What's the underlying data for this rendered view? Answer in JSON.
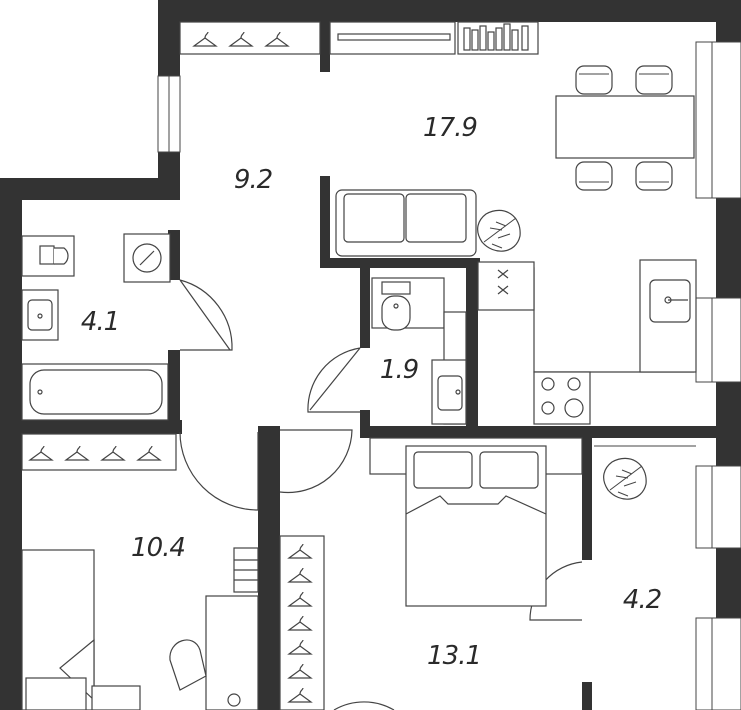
{
  "colors": {
    "wall": "#333333",
    "floor": "#ffffff",
    "line": "#444444",
    "window": "#ffffff"
  },
  "rooms": [
    {
      "id": "hall",
      "area": "9.2",
      "type": "hallway"
    },
    {
      "id": "kitchen-living",
      "area": "17.9",
      "type": "kitchen-living room"
    },
    {
      "id": "bathroom",
      "area": "4.1",
      "type": "bathroom"
    },
    {
      "id": "toilet",
      "area": "1.9",
      "type": "toilet"
    },
    {
      "id": "bedroom-left",
      "area": "10.4",
      "type": "bedroom"
    },
    {
      "id": "bedroom-main",
      "area": "13.1",
      "type": "bedroom"
    },
    {
      "id": "balcony",
      "area": "4.2",
      "type": "balcony"
    }
  ],
  "icons": {
    "hangers": "hanger-icon",
    "plant": "monstera-plant-icon",
    "sink": "sink-icon",
    "toilet": "toilet-icon",
    "bathtub": "bathtub-icon",
    "washer": "washing-machine-icon",
    "stove": "stove-icon",
    "bed": "double-bed-icon",
    "sofa": "sofa-icon",
    "table": "dining-table-icon",
    "books": "bookshelf-icon"
  }
}
